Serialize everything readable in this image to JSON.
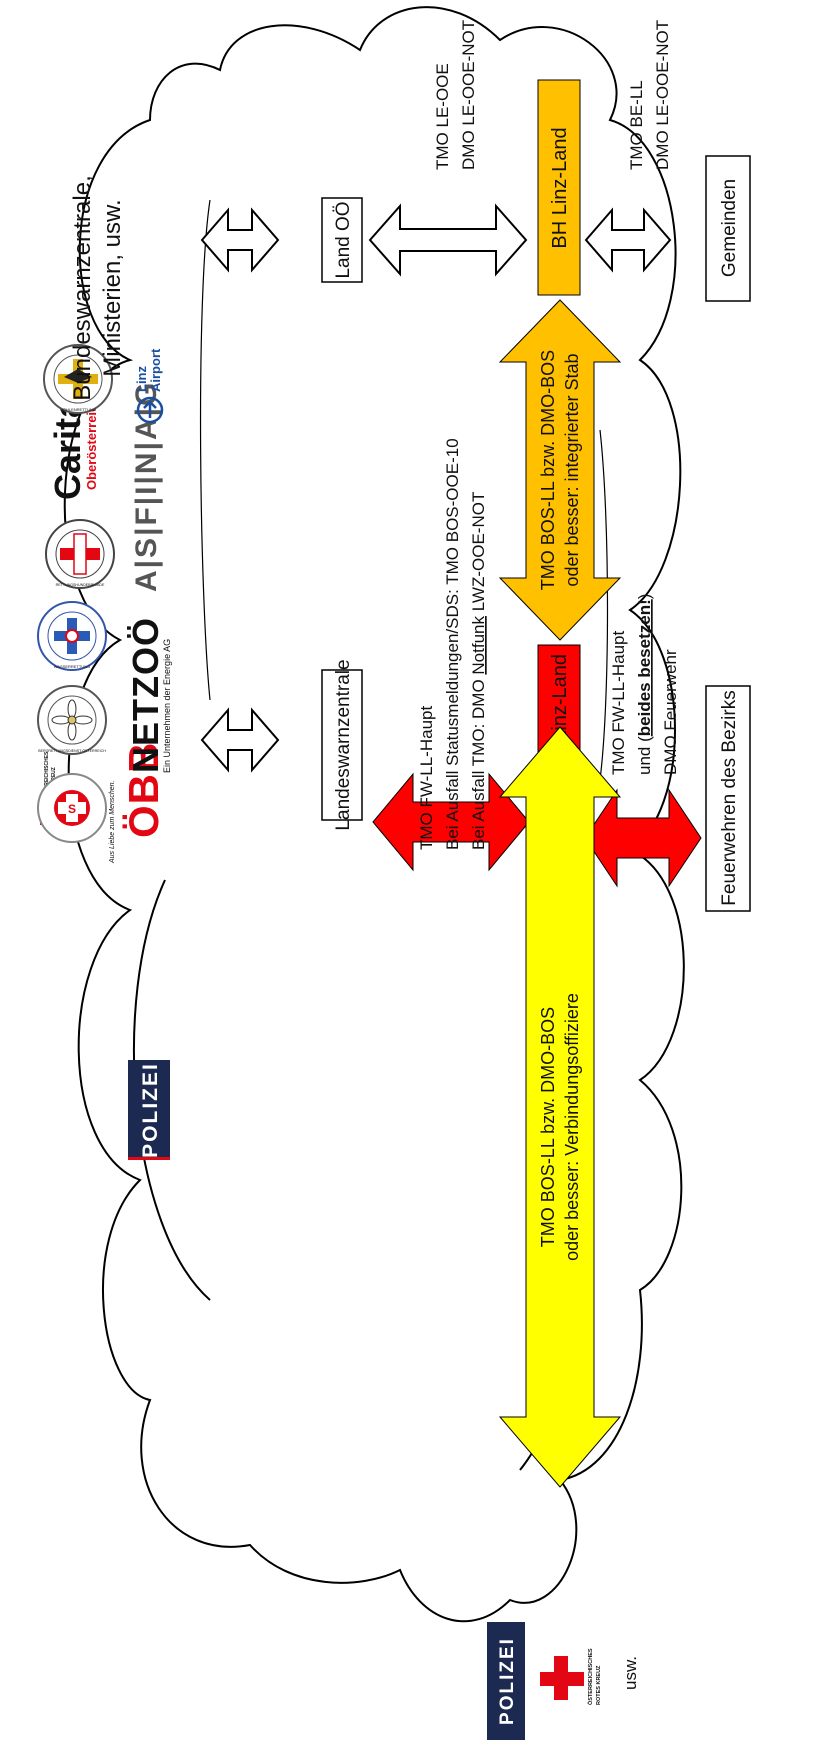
{
  "cloud": {
    "text_line1": "Bundeswarnzentrale,",
    "text_line2": "Ministerien, usw."
  },
  "logos": {
    "polizei": "POLIZEI",
    "rotes_kreuz_line1": "ÖSTERREICHISCHES",
    "rotes_kreuz_line2": "ROTES KREUZ",
    "rotes_kreuz_slogan": "Aus Liebe zum Menschen.",
    "oebb": "ÖBB",
    "samariter": "S",
    "netz_oo": "NETZOÖ",
    "netz_oo_sub": "Ein Unternehmen der Energie AG",
    "bergrettung": "BERGRETTUNGSDIENST ÖSTERREICH",
    "wasserrettung": "WASSERRETTUNG",
    "rettungshunde": "RETTUNGSHUNDEBRIGADE",
    "caritas": "Caritas",
    "caritas_sub": "Oberösterreich",
    "asfinag": "A|S|F|I|N|A|G",
    "hoehlenrettung": "HÖHLENRETTUNG",
    "linz_airport_line1": "Linz",
    "linz_airport_line2": "Airport"
  },
  "nodes": {
    "landeswarnzentrale": "Landeswarnzentrale",
    "land_oo": "Land OÖ",
    "bezirkszentrale": "Bezirkszentrale Linz-Land",
    "bh_linz_land": "BH Linz-Land",
    "feuerwehren": "Feuerwehren des Bezirks",
    "gemeinden": "Gemeinden"
  },
  "arrow_texts": {
    "lwz_bz_line1": "TMO FW-LL-Haupt",
    "lwz_bz_line2": "Bei Ausfall Statusmeldungen/SDS: TMO BOS-OOE-10",
    "lwz_bz_line3_a": "Bei Ausfall TMO: DMO ",
    "lwz_bz_line3_b": "Notfunk",
    "lwz_bz_line3_c": " LWZ-OOE-NOT",
    "land_bh_line1": "TMO LE-OOE",
    "land_bh_line2": "DMO LE-OOE-NOT",
    "bh_gem_line1": "TMO BE-LL",
    "bh_gem_line2": "DMO LE-OOE-NOT",
    "bz_fw_line1": "TMO FW-LL-Haupt",
    "bz_fw_line2_a": "und (",
    "bz_fw_line2_b": "beides besetzen!",
    "bz_fw_line2_c": ")",
    "bz_fw_line3": "DMO Feuerwehr",
    "yellow_line1": "TMO BOS-LL  bzw. DMO-BOS",
    "yellow_line2": "oder besser: Verbindungsoffiziere",
    "orange_line1": "TMO BOS-LL bzw. DMO-BOS",
    "orange_line2": "oder besser: integrierter Stab"
  },
  "bottom_left": {
    "usw": "usw."
  },
  "colors": {
    "red": "#ff0000",
    "yellow": "#ffff00",
    "orange": "#ffc000",
    "bh_box": "#ffc000",
    "polizei_navy": "#1c2a52"
  }
}
